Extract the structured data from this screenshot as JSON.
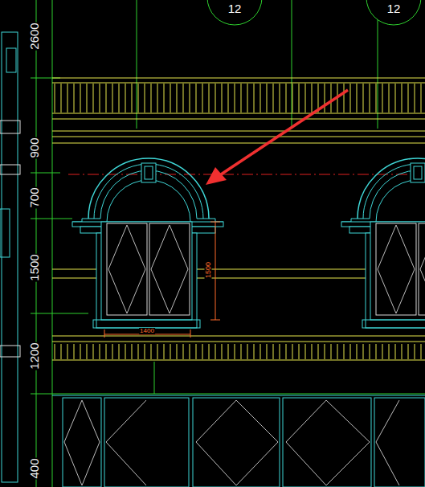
{
  "diagram": {
    "nodes": [
      {
        "text": [
          "12"
        ]
      },
      {
        "text": [
          "12"
        ]
      }
    ],
    "labels": [
      "2600",
      "900",
      "700",
      "1500",
      "1200",
      "400",
      "1500",
      "1400"
    ]
  }
}
